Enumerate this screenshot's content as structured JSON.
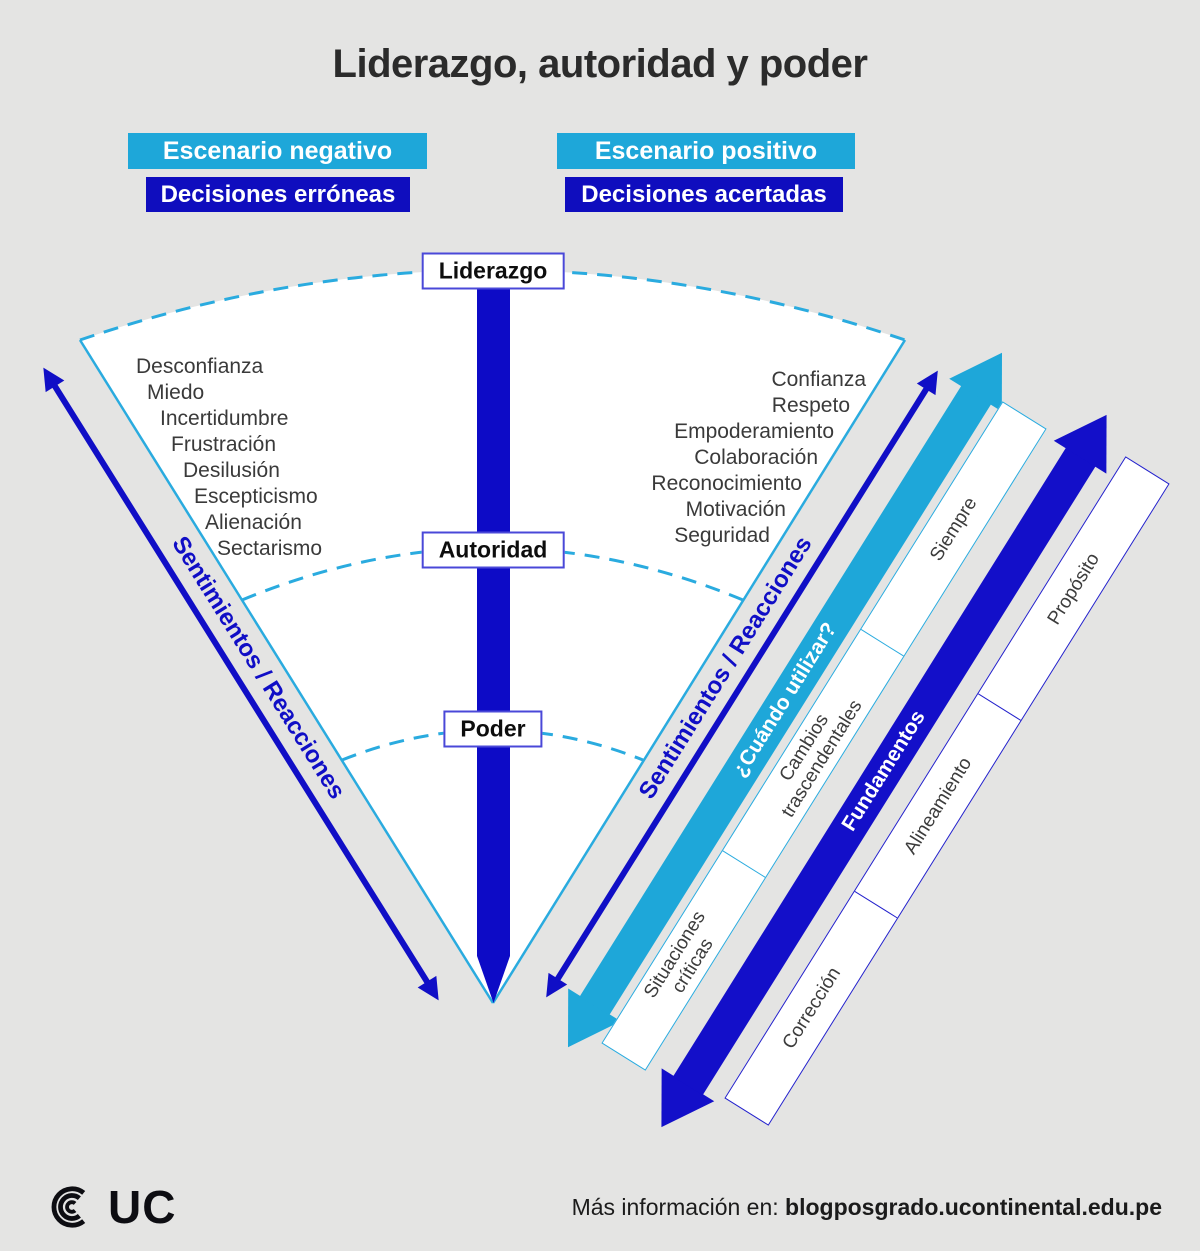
{
  "title": "Liderazgo, autoridad y poder",
  "header": {
    "negative_scenario": "Escenario negativo",
    "wrong_decisions": "Decisiones erróneas",
    "positive_scenario": "Escenario positivo",
    "right_decisions": "Decisiones acertadas"
  },
  "axis_levels": [
    "Liderazgo",
    "Autoridad",
    "Poder"
  ],
  "negative_feelings": [
    "Desconfianza",
    "Miedo",
    "Incertidumbre",
    "Frustración",
    "Desilusión",
    "Escepticismo",
    "Alienación",
    "Sectarismo"
  ],
  "positive_feelings": [
    "Confianza",
    "Respeto",
    "Empoderamiento",
    "Colaboración",
    "Reconocimiento",
    "Motivación",
    "Seguridad"
  ],
  "labels": {
    "feelings_left": "Sentimientos / Reacciones",
    "feelings_right": "Sentimientos / Reacciones",
    "when_to_use": "¿Cuándo utilizar?",
    "fundamentals": "Fundamentos"
  },
  "when_to_use_segments": [
    "Siempre",
    "Cambios trascendentales",
    "Situaciones críticas"
  ],
  "fundamentals_segments": [
    "Propósito",
    "Alineamiento",
    "Corrección"
  ],
  "footer": {
    "logo_text": "UC",
    "more_info_label": "Más información en:",
    "more_info_url": "blogposgrado.ucontinental.edu.pe"
  },
  "colors": {
    "background": "#E4E4E3",
    "cyan": "#1EA7D9",
    "dark_blue": "#100EC6",
    "box_border": "#4A48D8"
  }
}
